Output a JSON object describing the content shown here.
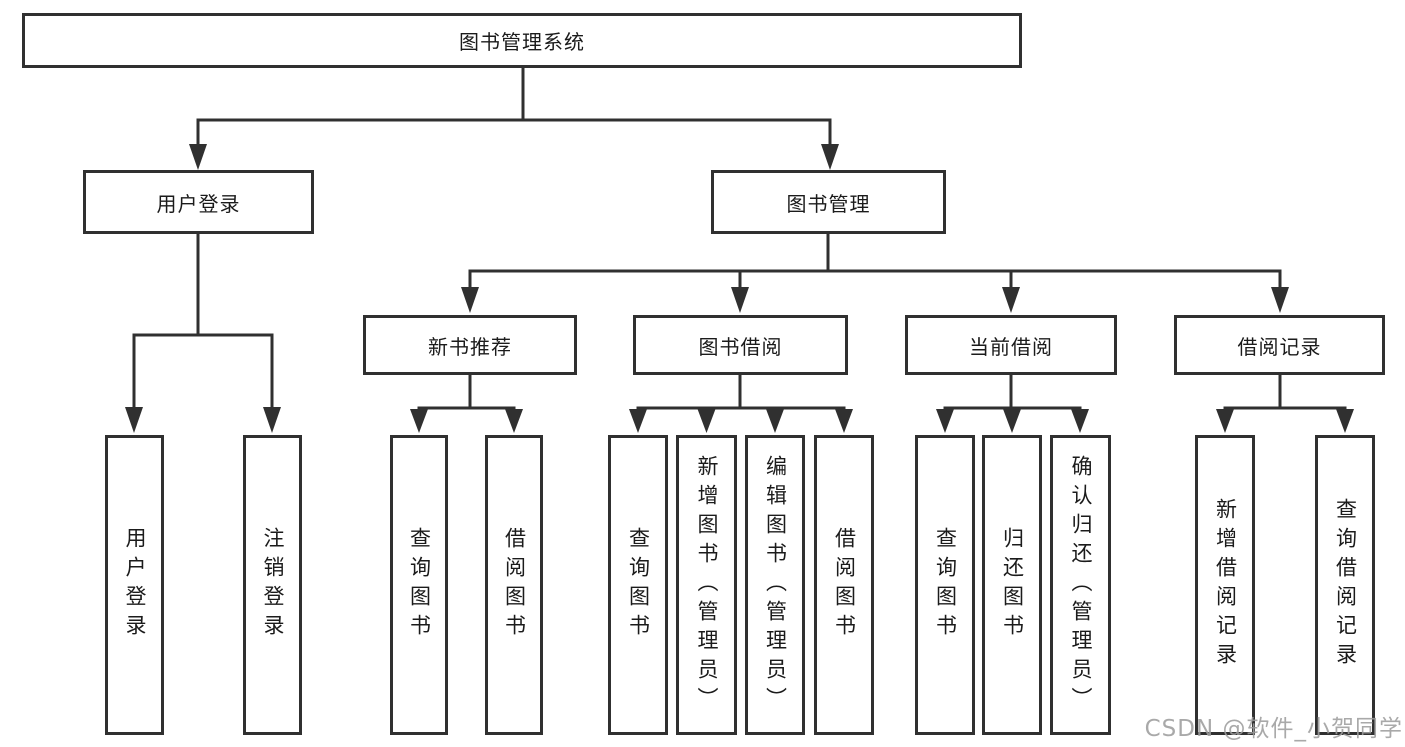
{
  "diagram_title": "图书管理系统",
  "tree": {
    "root": {
      "label": "图书管理系统"
    },
    "branches": [
      {
        "label": "用户登录",
        "children": [
          {
            "label": "用户登录"
          },
          {
            "label": "注销登录"
          }
        ]
      },
      {
        "label": "图书管理",
        "groups": [
          {
            "label": "新书推荐",
            "children": [
              {
                "label": "查询图书"
              },
              {
                "label": "借阅图书"
              }
            ]
          },
          {
            "label": "图书借阅",
            "children": [
              {
                "label": "查询图书"
              },
              {
                "label": "新增图书（管理员）"
              },
              {
                "label": "编辑图书（管理员）"
              },
              {
                "label": "借阅图书"
              }
            ]
          },
          {
            "label": "当前借阅",
            "children": [
              {
                "label": "查询图书"
              },
              {
                "label": "归还图书"
              },
              {
                "label": "确认归还（管理员）"
              }
            ]
          },
          {
            "label": "借阅记录",
            "children": [
              {
                "label": "新增借阅记录"
              },
              {
                "label": "查询借阅记录"
              }
            ]
          }
        ]
      }
    ]
  },
  "watermark": {
    "text": "CSDN @软件_小贺同学"
  },
  "colors": {
    "line": "#303030",
    "text": "#1b1b1b",
    "watermark": "#9e9e9e",
    "background": "#ffffff"
  }
}
